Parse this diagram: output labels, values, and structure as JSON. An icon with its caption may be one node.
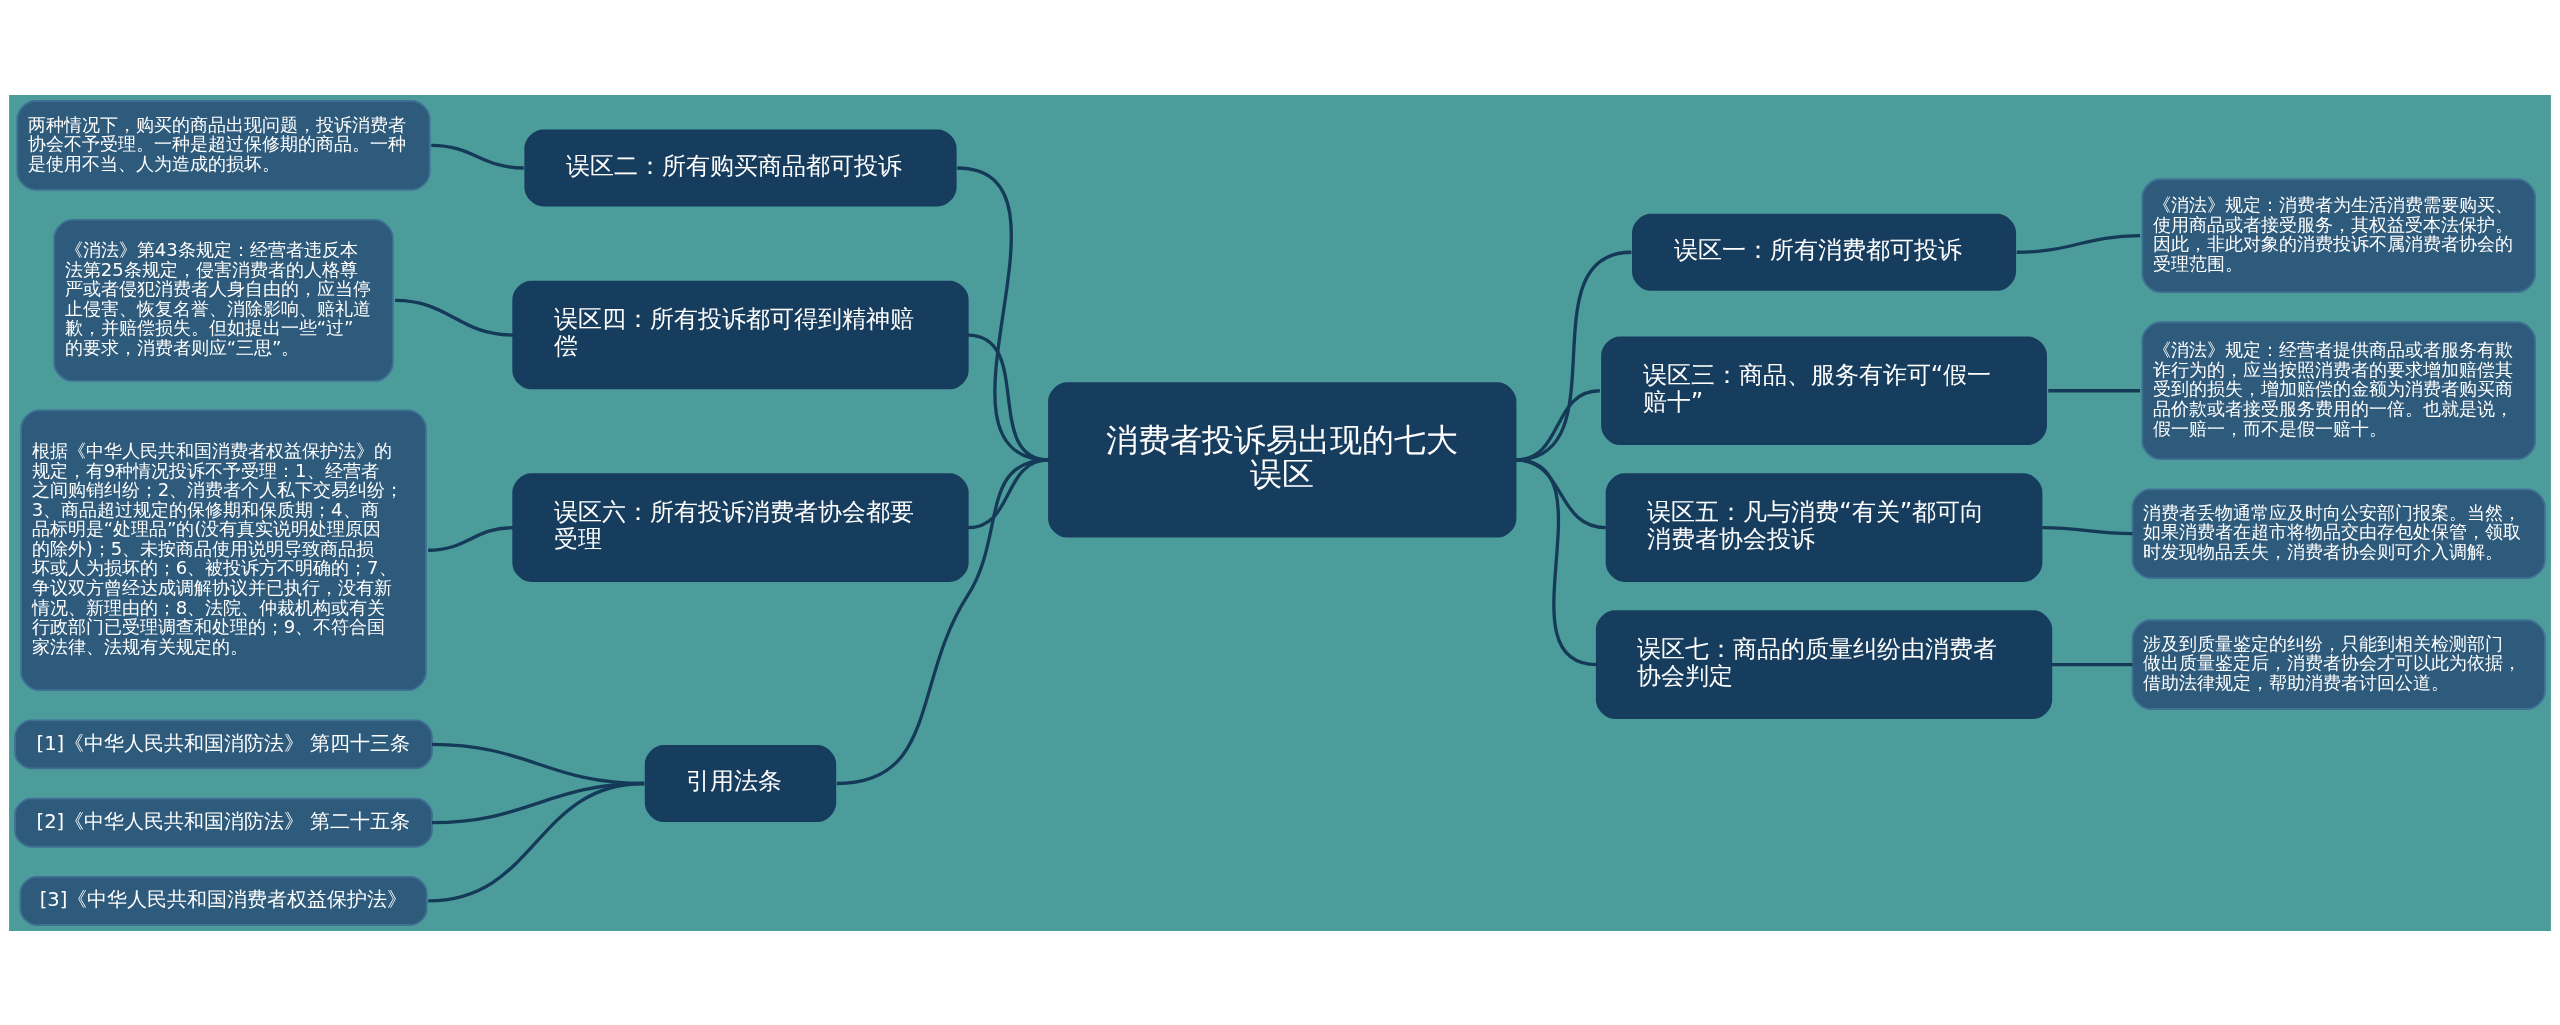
{
  "diagram": {
    "nodes": [
      {
        "text": [
          "消费者投诉易出现的七大误区"
        ]
      },
      {
        "text": [
          "误区二：所有购买商品都可投诉"
        ]
      },
      {
        "text": [
          "两种情况下，购买的商品出现问题，投诉消费者协会不予受理。一种是超过保修期的商品。一种是使用不当、人为造成的损坏。"
        ]
      },
      {
        "text": [
          "误区四：所有投诉都可得到精神赔偿"
        ]
      },
      {
        "text": [
          "《消法》第43条规定：经营者违反本法第25条规定，侵害消费者的人格尊严或者侵犯消费者人身自由的，应当停止侵害、恢复名誉、消除影响、赔礼道歉，并赔偿损失。但如提出一些“过”的要求，消费者则应“三思”。"
        ]
      },
      {
        "text": [
          "误区六：所有投诉消费者协会都要受理"
        ]
      },
      {
        "text": [
          "根据《中华人民共和国消费者权益保护法》的规定，有9种情况投诉不予受理：1、经营者之间购销纠纷；2、消费者个人私下交易纠纷；3、商品超过规定的保修期和保质期；4、商品标明是“处理品”的(没有真实说明处理原因的除外)；5、未按商品使用说明导致商品损坏或人为损坏的；6、被投诉方不明确的；7、争议双方曾经达成调解协议并已执行，没有新情况、新理由的；8、法院、仲裁机构或有关行政部门已受理调查和处理的；9、不符合国家法律、法规有关规定的。"
        ]
      },
      {
        "text": [
          "引用法条"
        ]
      },
      {
        "text": [
          "[1]《中华人民共和国消防法》 第四十三条"
        ]
      },
      {
        "text": [
          "[2]《中华人民共和国消防法》 第二十五条"
        ]
      },
      {
        "text": [
          "[3]《中华人民共和国消费者权益保护法》"
        ]
      },
      {
        "text": [
          "误区一：所有消费都可投诉"
        ]
      },
      {
        "text": [
          "《消法》规定：消费者为生活消费需要购买、使用商品或者接受服务，其权益受本法保护。因此，非此对象的消费投诉不属消费者协会的受理范围。"
        ]
      },
      {
        "text": [
          "误区三：商品、服务有诈可“假一赔十”"
        ]
      },
      {
        "text": [
          "《消法》规定：经营者提供商品或者服务有欺诈行为的，应当按照消费者的要求增加赔偿其受到的损失，增加赔偿的金额为消费者购买商品价款或者接受服务费用的一倍。也就是说，假一赔一，而不是假一赔十。"
        ]
      },
      {
        "text": [
          "误区五：凡与消费“有关”都可向消费者协会投诉"
        ]
      },
      {
        "text": [
          "消费者丢物通常应及时向公安部门报案。当然，如果消费者在超市将物品交由存包处保管，领取时发现物品丢失，消费者协会则可介入调解。"
        ]
      },
      {
        "text": [
          "误区七：商品的质量纠纷由消费者协会判定"
        ]
      },
      {
        "text": [
          "涉及到质量鉴定的纠纷，只能到相关检测部门做出质量鉴定后，消费者协会才可以此为依据，借助法律规定，帮助消费者讨回公道。"
        ]
      }
    ],
    "edges": [
      {
        "from": 2,
        "to": 1,
        "arrow": "none"
      },
      {
        "from": 1,
        "to": 0,
        "arrow": "none"
      },
      {
        "from": 4,
        "to": 3,
        "arrow": "none"
      },
      {
        "from": 3,
        "to": 0,
        "arrow": "none"
      },
      {
        "from": 6,
        "to": 5,
        "arrow": "none"
      },
      {
        "from": 5,
        "to": 0,
        "arrow": "none"
      },
      {
        "from": 8,
        "to": 7,
        "arrow": "none"
      },
      {
        "from": 9,
        "to": 7,
        "arrow": "none"
      },
      {
        "from": 10,
        "to": 7,
        "arrow": "none"
      },
      {
        "from": 7,
        "to": 0,
        "arrow": "none"
      },
      {
        "from": 0,
        "to": 11,
        "arrow": "none"
      },
      {
        "from": 11,
        "to": 12,
        "arrow": "none"
      },
      {
        "from": 0,
        "to": 13,
        "arrow": "none"
      },
      {
        "from": 13,
        "to": 14,
        "arrow": "none"
      },
      {
        "from": 0,
        "to": 15,
        "arrow": "none"
      },
      {
        "from": 15,
        "to": 16,
        "arrow": "none"
      },
      {
        "from": 0,
        "to": 17,
        "arrow": "none"
      },
      {
        "from": 17,
        "to": 18,
        "arrow": "none"
      }
    ]
  }
}
